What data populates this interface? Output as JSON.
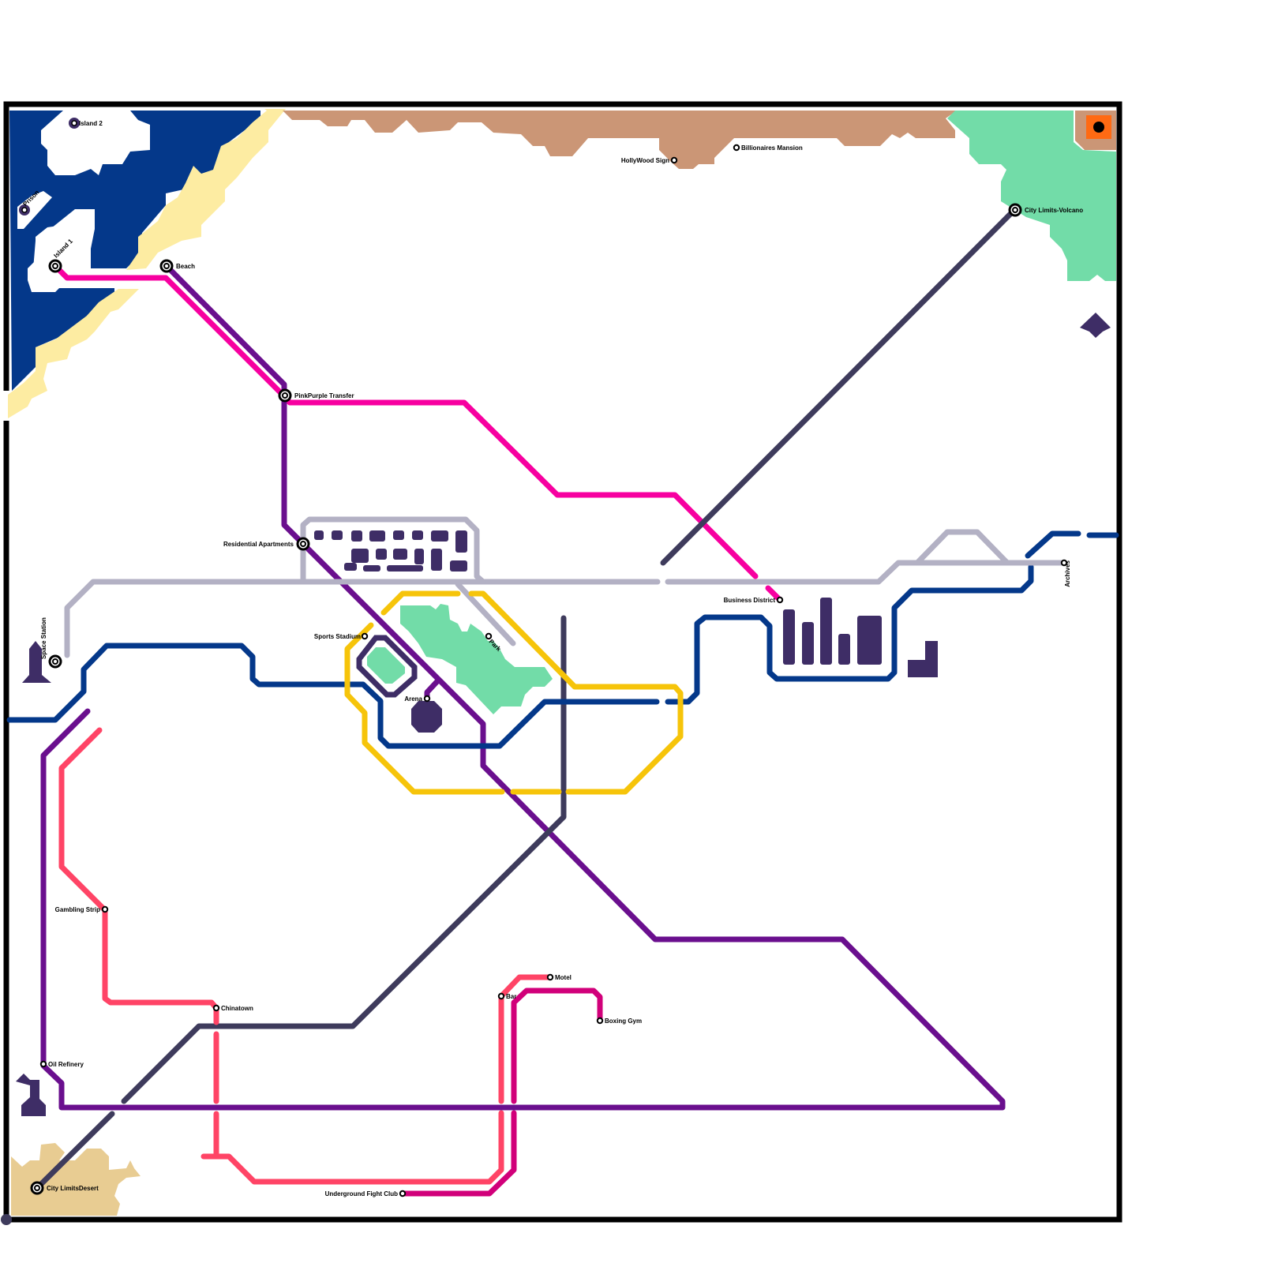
{
  "colors": {
    "water": "#04388a",
    "sand": "#fdeca2",
    "hills": "#cb9676",
    "forest": "#72dca8",
    "desert": "#e8cc92",
    "building": "#3e2d66",
    "border": "#000000",
    "volcano": "#ff6a13"
  },
  "lines": [
    {
      "id": "pink",
      "color": "#f700a0"
    },
    {
      "id": "purple",
      "color": "#6a0f8e"
    },
    {
      "id": "darkgray",
      "color": "#3e3b5c"
    },
    {
      "id": "navy",
      "color": "#04388a"
    },
    {
      "id": "lightgray",
      "color": "#b3b1c4"
    },
    {
      "id": "yellow",
      "color": "#f6c40a"
    },
    {
      "id": "coral",
      "color": "#ff4466"
    },
    {
      "id": "magenta",
      "color": "#d1007a"
    }
  ],
  "stations": {
    "island2": "Island 2",
    "prison": "Prison",
    "island1": "Island 1",
    "beach": "Beach",
    "pinkpurple": "PinkPurple Transfer",
    "hollywood": "HollyWood Sign",
    "billionaires": "Billionaires Mansion",
    "volcano": "City Limits-Volcano",
    "residential": "Residential Apartments",
    "space": "Space Station",
    "sports": "Sports Stadium",
    "park": "Park",
    "arena": "Arena",
    "business": "Business District",
    "archives": "Archives",
    "gambling": "Gambling Strip",
    "chinatown": "Chinatown",
    "oil": "Oil Refinery",
    "desert": "City LimitsDesert",
    "motel": "Motel",
    "bar": "Bar",
    "boxing": "Boxing Gym",
    "fightclub": "Underground Fight Club"
  }
}
